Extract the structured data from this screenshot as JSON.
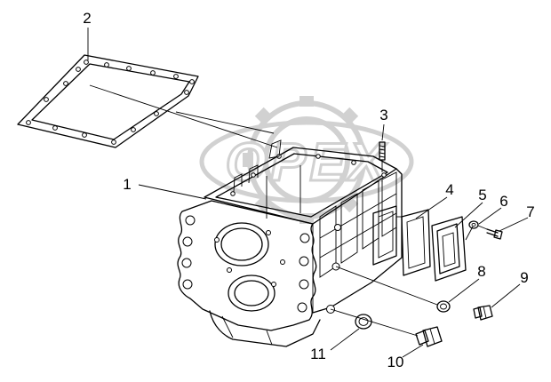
{
  "watermark": {
    "text": "OPEX",
    "color": "#c9c9c9"
  },
  "callouts": [
    {
      "id": "1",
      "label": "1"
    },
    {
      "id": "2",
      "label": "2"
    },
    {
      "id": "3",
      "label": "3"
    },
    {
      "id": "4",
      "label": "4"
    },
    {
      "id": "5",
      "label": "5"
    },
    {
      "id": "6",
      "label": "6"
    },
    {
      "id": "7",
      "label": "7"
    },
    {
      "id": "8",
      "label": "8"
    },
    {
      "id": "9",
      "label": "9"
    },
    {
      "id": "10",
      "label": "10"
    },
    {
      "id": "11",
      "label": "11"
    }
  ],
  "colors": {
    "line": "#000000",
    "background": "#ffffff"
  }
}
